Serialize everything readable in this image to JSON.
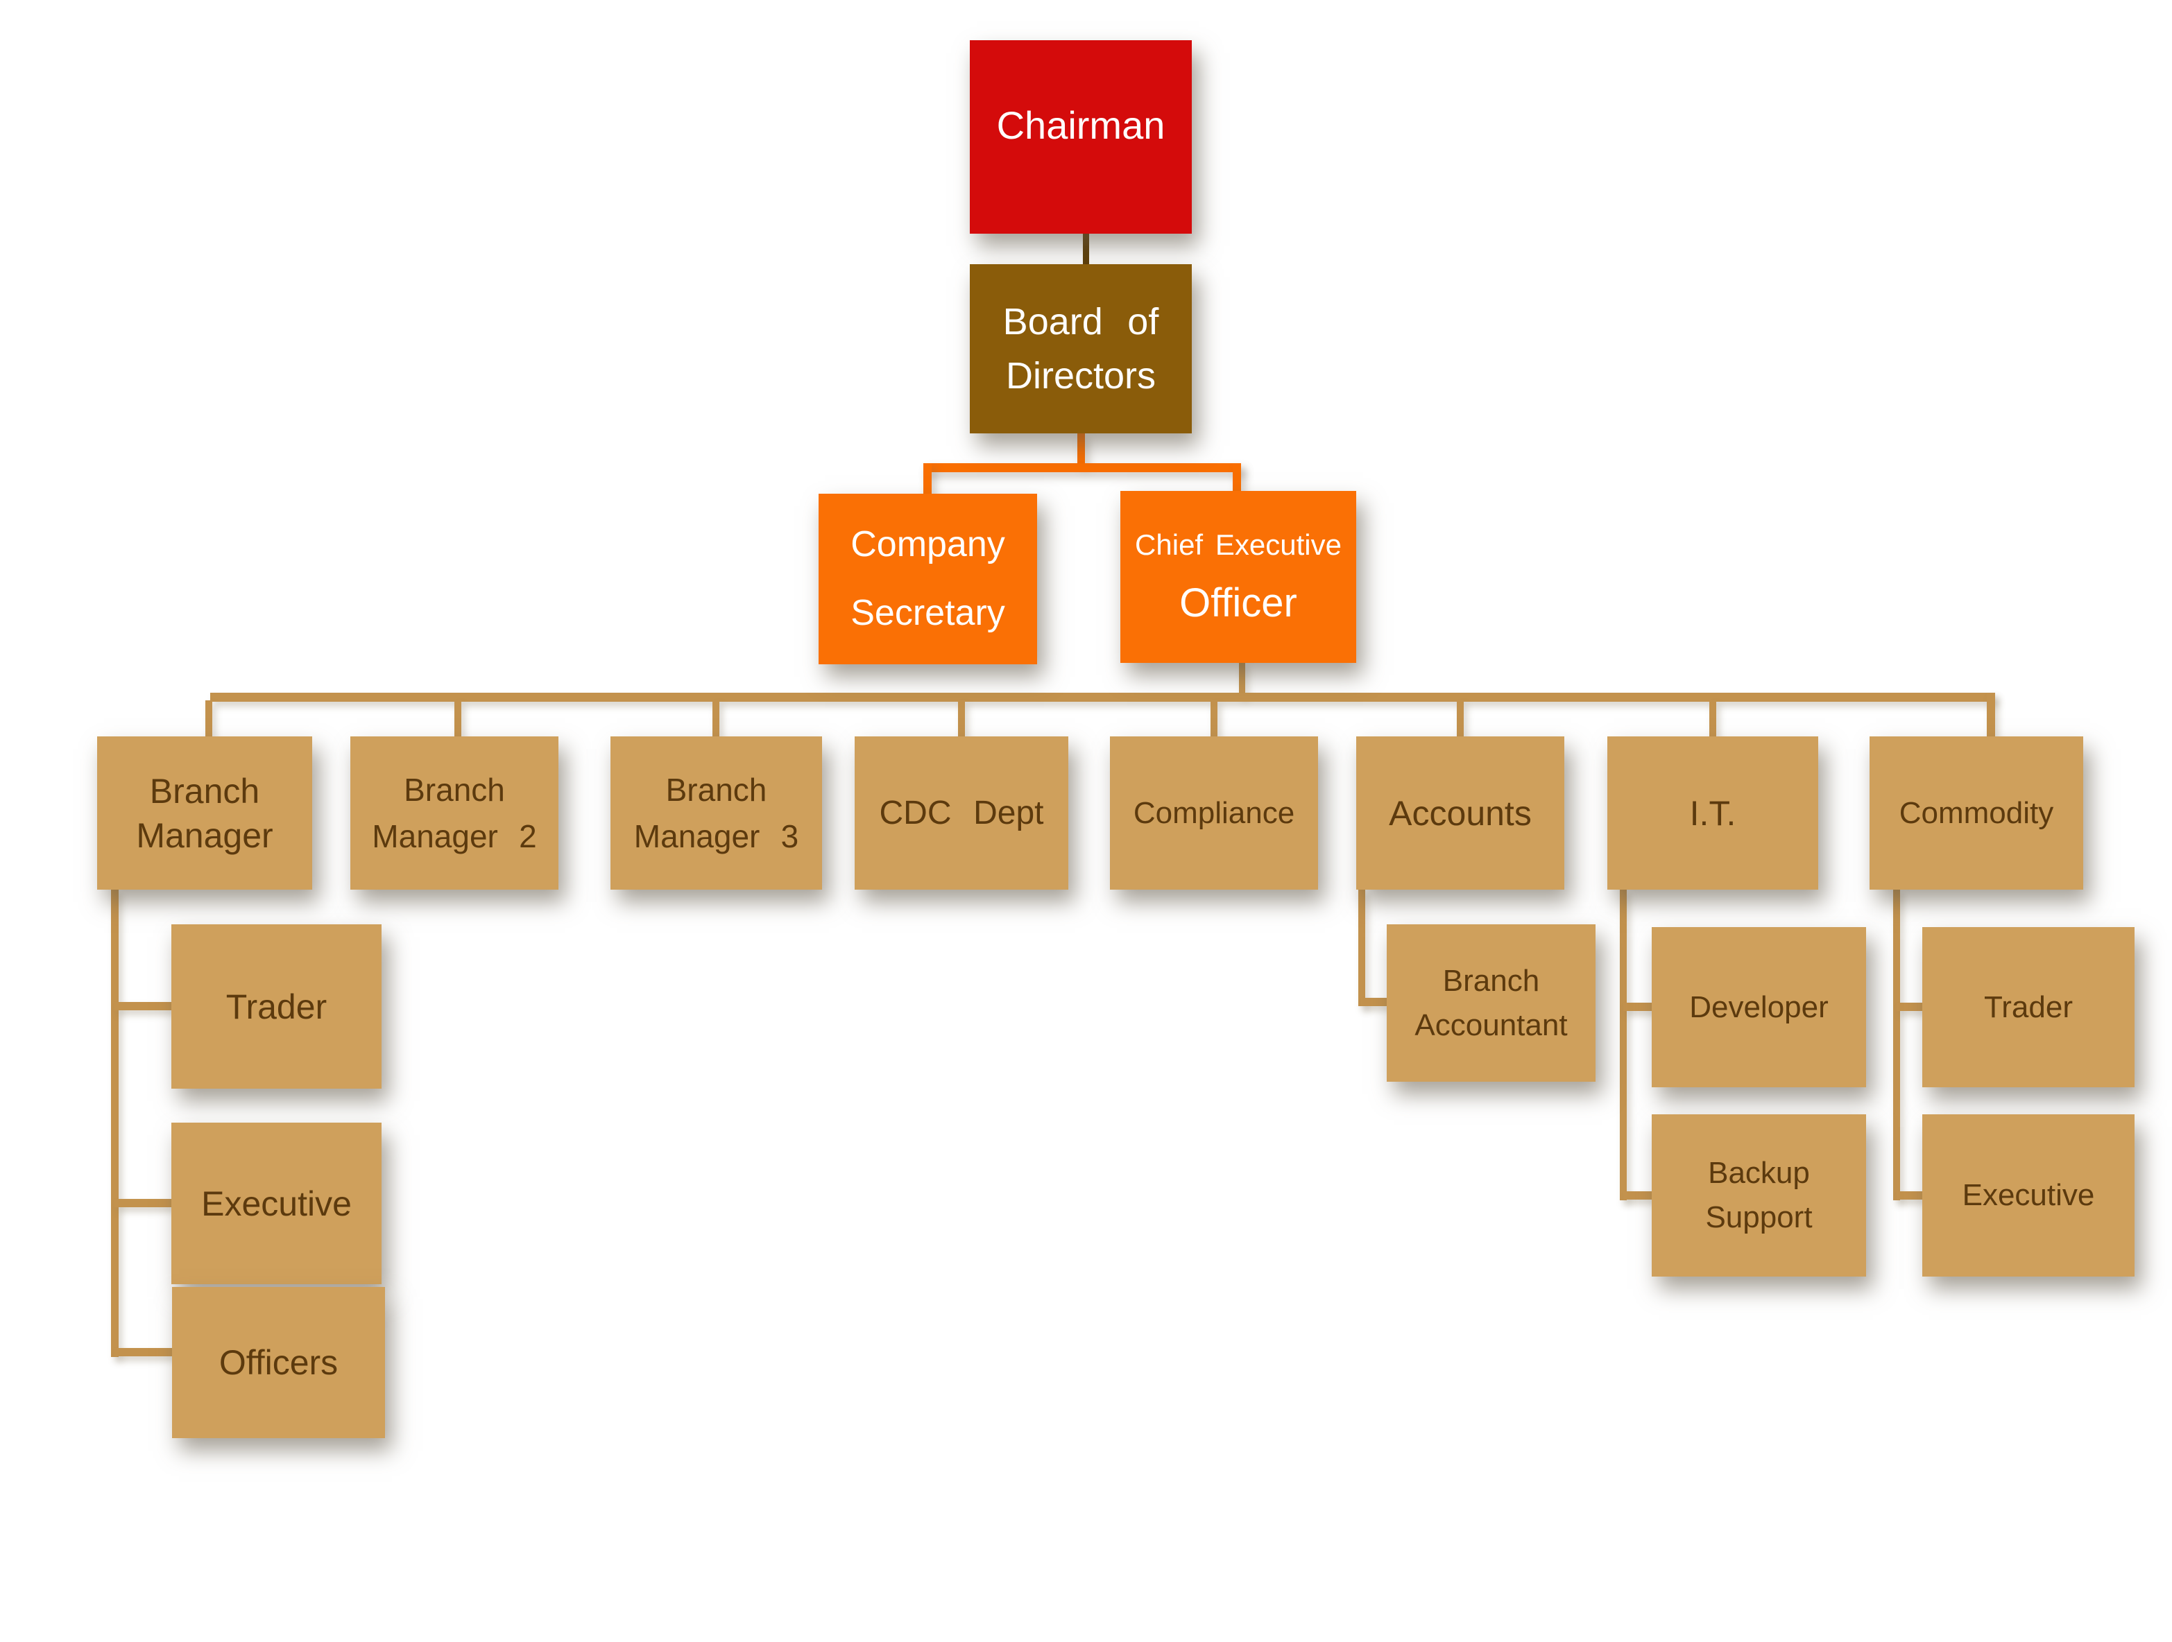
{
  "palette": {
    "chairman_red": "#D40B0B",
    "board_brown": "#8A5C0A",
    "exec_orange": "#FA7005",
    "orange_line": "#F96E00",
    "tan_box": "#CFA05C",
    "tan_line": "#C3924D",
    "dark_line": "#5E3E08",
    "box_text_brown": "#5C3A0E",
    "box_text_white": "#FFFFFF",
    "background": "#FFFFFF"
  },
  "org": {
    "chairman": {
      "label": "Chairman"
    },
    "board": {
      "line1": "Board of",
      "line2": "Directors"
    },
    "company_secretary": {
      "line1": "Company",
      "line2": "Secretary"
    },
    "ceo": {
      "line1": "Chief Executive",
      "line2": "Officer"
    },
    "branch_manager": {
      "line1": "Branch",
      "line2": "Manager"
    },
    "branch_manager_2": {
      "line1": "Branch",
      "line2": "Manager 2"
    },
    "branch_manager_3": {
      "line1": "Branch",
      "line2": "Manager 3"
    },
    "cdc_dept": {
      "label": "CDC Dept"
    },
    "compliance": {
      "label": "Compliance"
    },
    "accounts": {
      "label": "Accounts"
    },
    "it": {
      "label": "I.T."
    },
    "commodity": {
      "label": "Commodity"
    },
    "bm_trader": {
      "label": "Trader"
    },
    "bm_executive": {
      "label": "Executive"
    },
    "bm_officers": {
      "label": "Officers"
    },
    "branch_accountant": {
      "line1": "Branch",
      "line2": "Accountant"
    },
    "it_developer": {
      "label": "Developer"
    },
    "it_backup_support": {
      "line1": "Backup",
      "line2": "Support"
    },
    "commodity_trader": {
      "label": "Trader"
    },
    "commodity_executive": {
      "label": "Executive"
    }
  }
}
